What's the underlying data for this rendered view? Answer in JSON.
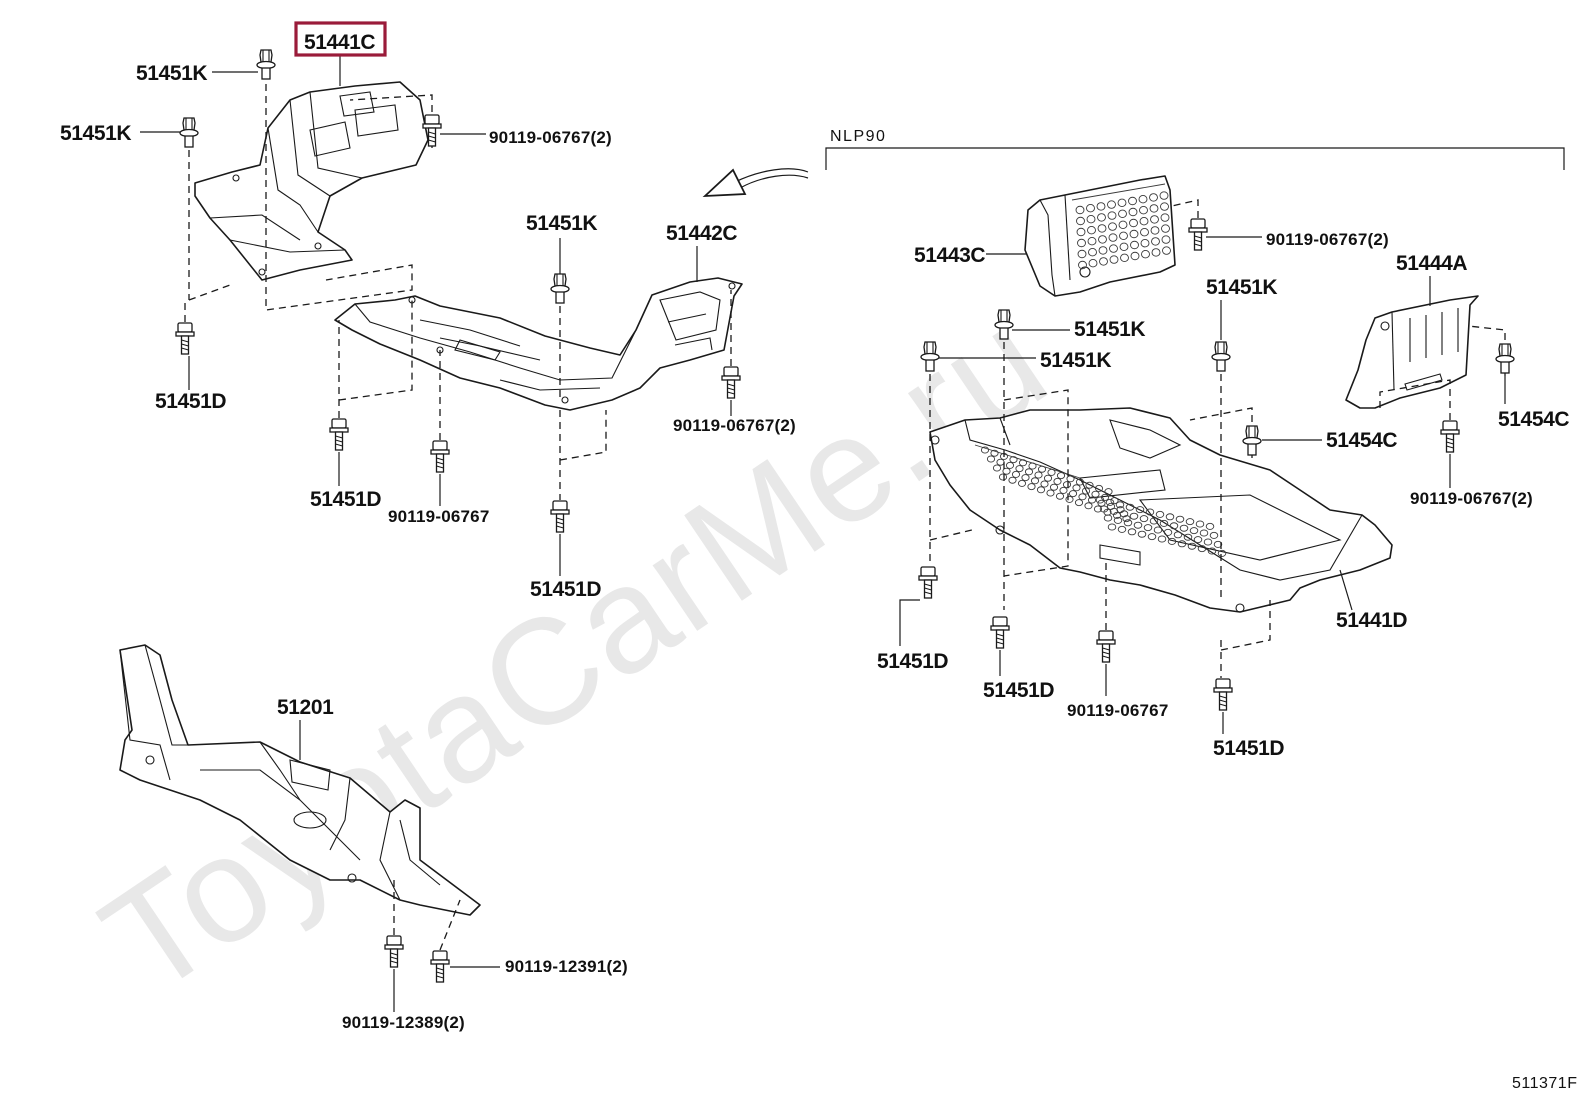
{
  "diagram_code": "511371F",
  "watermark": "ToyotaCarMe.ru",
  "highlight_color": "#9a1b3a",
  "variant_label": "NLP90",
  "labels": {
    "p51441C": "51441C",
    "p51451K_a": "51451K",
    "p51451K_b": "51451K",
    "p90119_a": "90119-06767(2)",
    "p51451D_a": "51451D",
    "p51451K_c": "51451K",
    "p51442C": "51442C",
    "p90119_b": "90119-06767(2)",
    "p51451D_b": "51451D",
    "p90119_c": "90119-06767",
    "p51451D_c": "51451D",
    "p51201": "51201",
    "p90119_d": "90119-12391(2)",
    "p90119_e": "90119-12389(2)",
    "p51443C": "51443C",
    "p90119_f": "90119-06767(2)",
    "p51444A": "51444A",
    "p51451K_d": "51451K",
    "p51451K_e": "51451K",
    "p51451K_f": "51451K",
    "p51454C_a": "51454C",
    "p51454C_b": "51454C",
    "p90119_g": "90119-06767(2)",
    "p51441D": "51441D",
    "p51451D_d": "51451D",
    "p51451D_e": "51451D",
    "p90119_h": "90119-06767",
    "p51451D_f": "51451D"
  },
  "icons": {
    "bolt": "flange-bolt-icon",
    "clip": "push-clip-icon",
    "arrow": "curved-arrow-icon"
  }
}
